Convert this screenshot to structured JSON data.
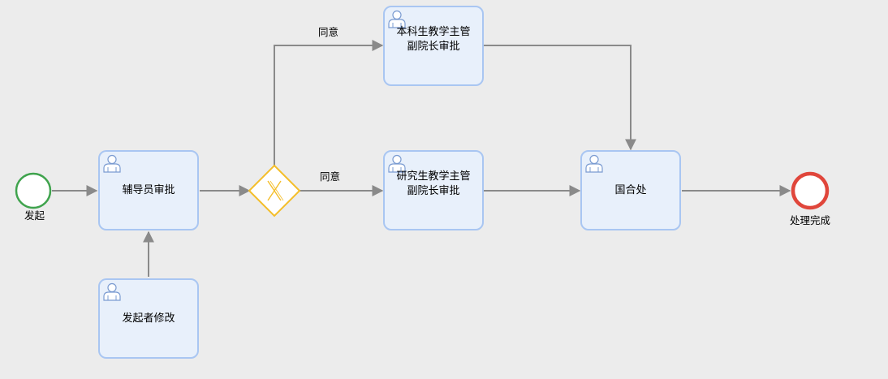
{
  "start_event": {
    "label": "发起",
    "color": "#3fa34d"
  },
  "end_event": {
    "label": "处理完成",
    "color": "#e0463b"
  },
  "gateway": {
    "type": "exclusive",
    "color": "#f4be2a"
  },
  "tasks": {
    "counselor": {
      "label": "辅导员审批"
    },
    "initiator_modify": {
      "label": "发起者修改"
    },
    "undergrad_vp": {
      "label": "本科生教学主管\n副院长审批"
    },
    "grad_vp": {
      "label": "研究生教学主管\n副院长审批"
    },
    "intl_office": {
      "label": "国合处"
    }
  },
  "flows": {
    "agree_top": "同意",
    "agree_mid": "同意"
  },
  "colors": {
    "task_fill": "#e8f0fb",
    "task_border": "#a9c6f2",
    "flow_line": "#8a8a8a"
  }
}
